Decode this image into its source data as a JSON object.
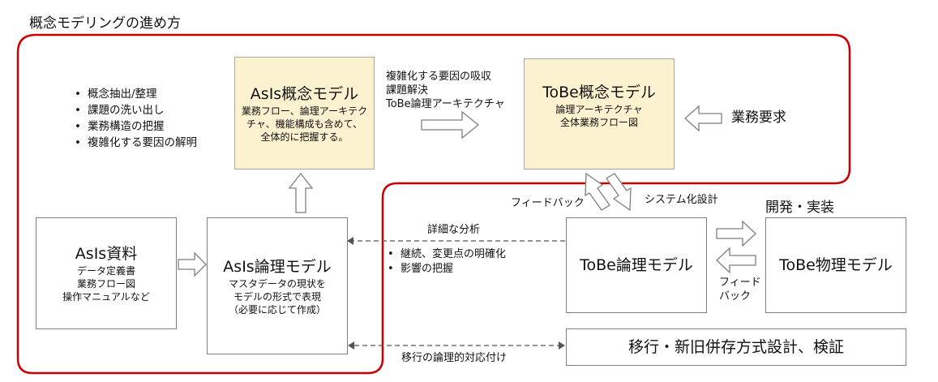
{
  "title": "概念モデリングの進め方",
  "left_bullets": [
    "概念抽出/整理",
    "課題の洗い出し",
    "業務構造の把握",
    "複雑化する要因の解明"
  ],
  "boxes": {
    "asis_concept": {
      "title": "AsIs概念モデル",
      "desc": [
        "業務フロー、論理アーキテク",
        "チャ、機能構成も含めて、",
        "全体的に把握する。"
      ]
    },
    "tobe_concept": {
      "title": "ToBe概念モデル",
      "desc": [
        "論理アーキテクチャ",
        "全体業務フロー図"
      ]
    },
    "asis_material": {
      "title": "AsIs資料",
      "desc": [
        "データ定義書",
        "業務フロー図",
        "操作マニュアルなど"
      ]
    },
    "asis_logical": {
      "title": "AsIs論理モデル",
      "desc": [
        "マスタデータの現状を",
        "モデルの形式で表現",
        "（必要に応じて作成）"
      ]
    },
    "tobe_logical": {
      "title": "ToBe論理モデル"
    },
    "tobe_physical": {
      "title": "ToBe物理モデル"
    },
    "migration": {
      "title": "移行・新旧併存方式設計、検証"
    }
  },
  "labels": {
    "complexity": [
      "複雑化する要因の吸収",
      "課題解決",
      "ToBe論理アーキテクチャ"
    ],
    "business_req": "業務要求",
    "feedback_top": "フィードバック",
    "system_design": "システム化設計",
    "dev_impl": "開発・実装",
    "detail_analysis": "詳細な分析",
    "mid_bullets": [
      "継続、変更点の明確化",
      "影響の把握"
    ],
    "feedback_right": [
      "フィード",
      "バック"
    ],
    "migration_mapping": "移行の論理的対応付け"
  },
  "colors": {
    "frame": "#cc0000",
    "concept_box_fill": "#fdf2d0",
    "arrow_fill": "#ffffff",
    "arrow_stroke": "#7f7f7f",
    "dashed_line": "#555555"
  }
}
